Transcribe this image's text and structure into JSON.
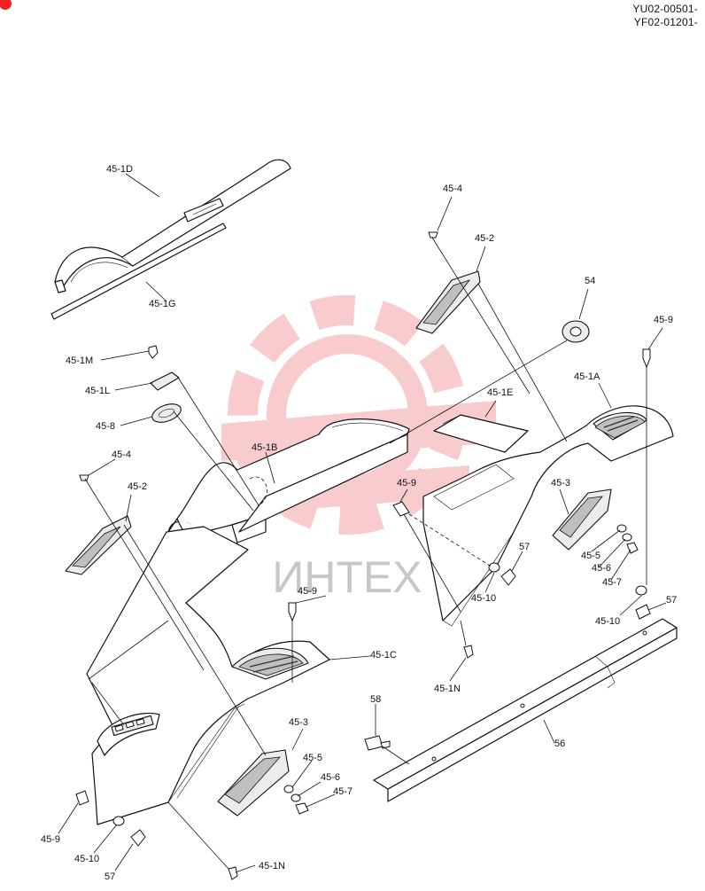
{
  "header": {
    "serial_range_1": "YU02-00501-",
    "serial_range_2": "YF02-01201-"
  },
  "watermark": {
    "text": "ИНТЕХ",
    "color": "#e84a4a"
  },
  "callouts": {
    "p45_1D": "45-1D",
    "p45_1G": "45-1G",
    "p45_1M": "45-1M",
    "p45_1L": "45-1L",
    "p45_8": "45-8",
    "p45_4_left": "45-4",
    "p45_2_left": "45-2",
    "p45_1B": "45-1B",
    "p45_9_mid": "45-9",
    "p45_1E": "45-1E",
    "p45_4_top": "45-4",
    "p45_2_top": "45-2",
    "p54": "54",
    "p45_9_right": "45-9",
    "p45_1A": "45-1A",
    "p45_3_right": "45-3",
    "p45_5_right": "45-5",
    "p45_6_right": "45-6",
    "p45_7_right": "45-7",
    "p57_mid": "57",
    "p45_10_mid": "45-10",
    "p45_10_right": "45-10",
    "p57_right": "57",
    "p45_9_left": "45-9",
    "p45_1C": "45-1C",
    "p45_1N_mid": "45-1N",
    "p58": "58",
    "p56": "56",
    "p45_3_left": "45-3",
    "p45_5_left": "45-5",
    "p45_6_left": "45-6",
    "p45_7_left": "45-7",
    "p45_9_bottom": "45-9",
    "p45_10_bottom": "45-10",
    "p57_bottom": "57",
    "p45_1N_bottom": "45-1N"
  }
}
